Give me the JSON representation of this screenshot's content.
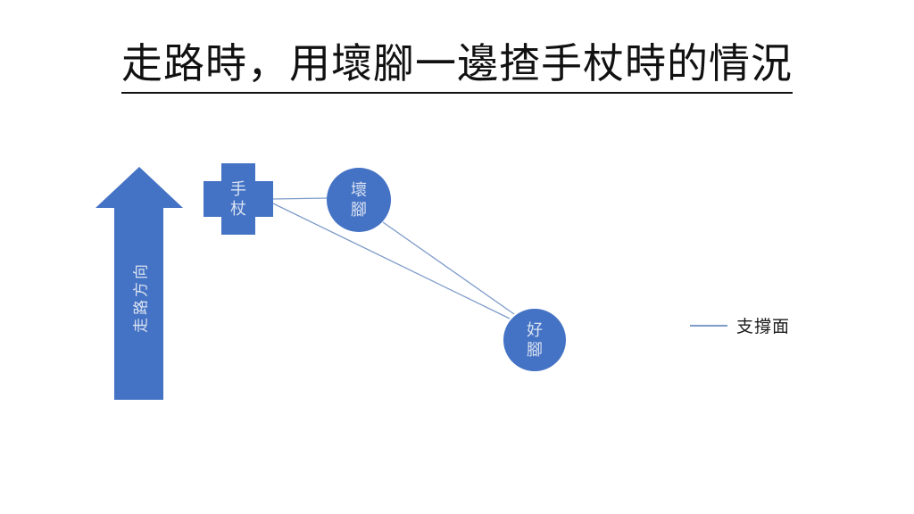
{
  "slide": {
    "title": "走路時，用壞腳一邊揸手杖時的情況"
  },
  "diagram": {
    "walking_direction_arrow": {
      "label": "走路方向",
      "fill": "#4472c4",
      "label_color": "#d9e2f1"
    },
    "cane_cross": {
      "label": "手\n杖",
      "fill": "#4472c4"
    },
    "bad_foot_circle": {
      "label": "壞\n腳",
      "fill": "#4472c4"
    },
    "good_foot_circle": {
      "label": "好\n腳",
      "fill": "#4472c4"
    },
    "connector_color": "#7f9cc9"
  },
  "legend": {
    "label": "支撐面",
    "line_color": "#7f9cc9"
  }
}
